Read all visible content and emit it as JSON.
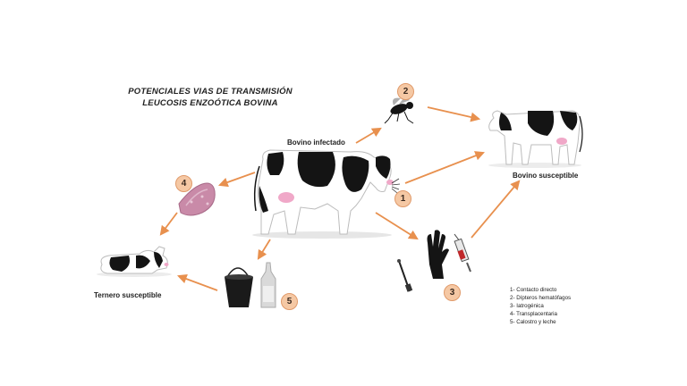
{
  "title": {
    "line1": "POTENCIALES VIAS DE TRANSMISIÓN",
    "line2": "LEUCOSIS ENZOÓTICA BOVINA"
  },
  "labels": {
    "infected": "Bovino infectado",
    "susceptible": "Bovino susceptible",
    "calf": "Ternero susceptible"
  },
  "badges": [
    "1",
    "2",
    "3",
    "4",
    "5"
  ],
  "legend": [
    "1- Contacto directo",
    "2- Dípteros hematófagos",
    "3- Iatrogénica",
    "4- Transplacentaria",
    "5- Calostro y leche"
  ],
  "colors": {
    "arrow": "#e8904e",
    "badge_fill": "#f5c8a4",
    "badge_border": "#e09a6a",
    "cow_black": "#141414",
    "udder_pink": "#f0a8c8",
    "placenta": "#c98aa8"
  },
  "icons": [
    "fly-icon",
    "glove-icon",
    "syringe-icon",
    "needle-icon",
    "bucket-icon",
    "bottle-icon",
    "placenta-icon"
  ]
}
